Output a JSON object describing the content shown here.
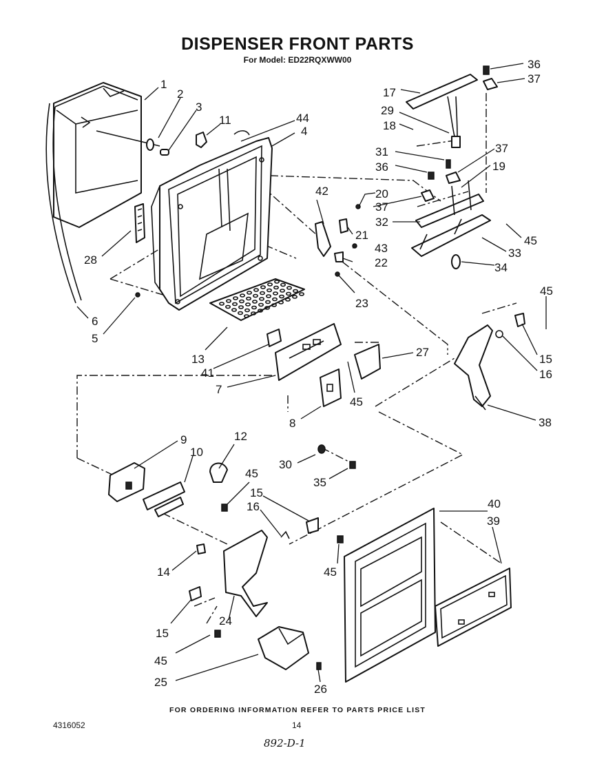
{
  "header": {
    "title": "DISPENSER FRONT PARTS",
    "subtitle": "For Model: ED22RQXWW00"
  },
  "footer": {
    "ordering_note": "FOR ORDERING INFORMATION REFER TO PARTS PRICE LIST",
    "doc_number": "4316052",
    "page_number": "14",
    "handwritten_code": "892-D-1"
  },
  "callouts": [
    {
      "id": "c1",
      "text": "1"
    },
    {
      "id": "c2",
      "text": "2"
    },
    {
      "id": "c3",
      "text": "3"
    },
    {
      "id": "c11",
      "text": "11"
    },
    {
      "id": "c44",
      "text": "44"
    },
    {
      "id": "c4",
      "text": "4"
    },
    {
      "id": "c17",
      "text": "17"
    },
    {
      "id": "c36a",
      "text": "36"
    },
    {
      "id": "c37a",
      "text": "37"
    },
    {
      "id": "c29",
      "text": "29"
    },
    {
      "id": "c18",
      "text": "18"
    },
    {
      "id": "c31",
      "text": "31"
    },
    {
      "id": "c37b",
      "text": "37"
    },
    {
      "id": "c36b",
      "text": "36"
    },
    {
      "id": "c19",
      "text": "19"
    },
    {
      "id": "c42",
      "text": "42"
    },
    {
      "id": "c20",
      "text": "20"
    },
    {
      "id": "c37c",
      "text": "37"
    },
    {
      "id": "c32",
      "text": "32"
    },
    {
      "id": "c21",
      "text": "21"
    },
    {
      "id": "c43",
      "text": "43"
    },
    {
      "id": "c22",
      "text": "22"
    },
    {
      "id": "c45a",
      "text": "45"
    },
    {
      "id": "c33",
      "text": "33"
    },
    {
      "id": "c34",
      "text": "34"
    },
    {
      "id": "c28",
      "text": "28"
    },
    {
      "id": "c23",
      "text": "23"
    },
    {
      "id": "c6",
      "text": "6"
    },
    {
      "id": "c5",
      "text": "5"
    },
    {
      "id": "c45b",
      "text": "45"
    },
    {
      "id": "c15a",
      "text": "15"
    },
    {
      "id": "c16a",
      "text": "16"
    },
    {
      "id": "c13",
      "text": "13"
    },
    {
      "id": "c27",
      "text": "27"
    },
    {
      "id": "c41",
      "text": "41"
    },
    {
      "id": "c7",
      "text": "7"
    },
    {
      "id": "c45c",
      "text": "45"
    },
    {
      "id": "c8",
      "text": "8"
    },
    {
      "id": "c38",
      "text": "38"
    },
    {
      "id": "c9",
      "text": "9"
    },
    {
      "id": "c10",
      "text": "10"
    },
    {
      "id": "c12",
      "text": "12"
    },
    {
      "id": "c30",
      "text": "30"
    },
    {
      "id": "c45d",
      "text": "45"
    },
    {
      "id": "c35",
      "text": "35"
    },
    {
      "id": "c15b",
      "text": "15"
    },
    {
      "id": "c16b",
      "text": "16"
    },
    {
      "id": "c40",
      "text": "40"
    },
    {
      "id": "c39",
      "text": "39"
    },
    {
      "id": "c14",
      "text": "14"
    },
    {
      "id": "c45e",
      "text": "45"
    },
    {
      "id": "c15c",
      "text": "15"
    },
    {
      "id": "c24",
      "text": "24"
    },
    {
      "id": "c45f",
      "text": "45"
    },
    {
      "id": "c25",
      "text": "25"
    },
    {
      "id": "c26",
      "text": "26"
    }
  ]
}
